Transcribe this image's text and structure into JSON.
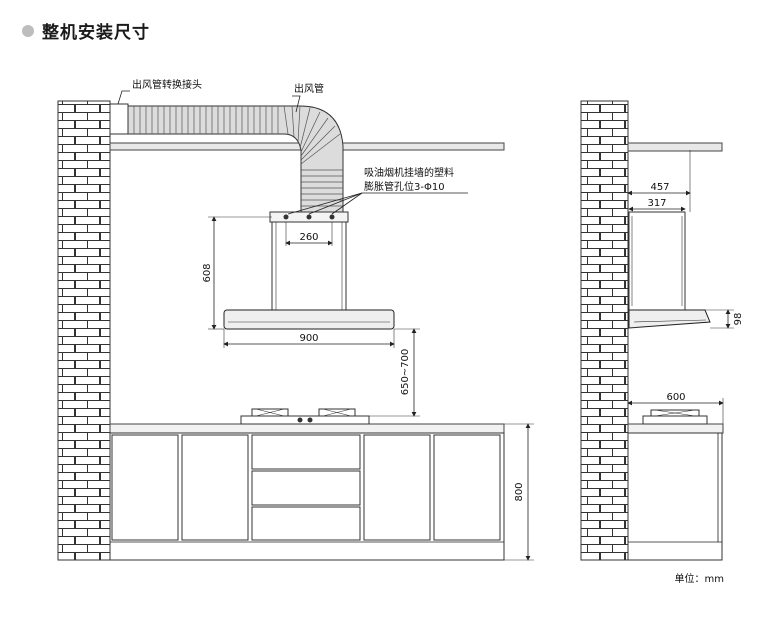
{
  "header": {
    "title": "整机安装尺寸"
  },
  "labels": {
    "duct_connector": "出风管转换接头",
    "duct": "出风管",
    "mount_note_1": "吸油烟机挂墙的塑料",
    "mount_note_2": "膨胀管孔位3-Φ10",
    "unit": "单位：mm"
  },
  "dimensions": {
    "hole_spacing": "260",
    "hood_height": "608",
    "hood_width": "900",
    "install_height": "650~700",
    "counter_height": "800",
    "side_depth_total": "457",
    "side_depth_body": "317",
    "side_panel_thickness": "98",
    "counter_depth": "600"
  },
  "colors": {
    "bullet": "#bdbdbd",
    "line": "#222222",
    "counter_surface": "#f2f2f2"
  }
}
